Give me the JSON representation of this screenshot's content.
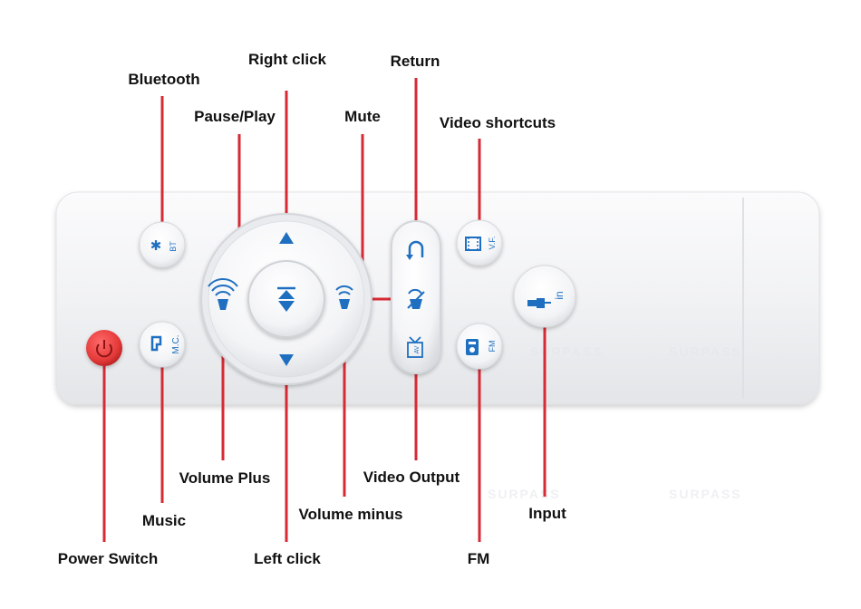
{
  "labels": {
    "bluetooth": "Bluetooth",
    "right_click": "Right click",
    "pause_play": "Pause/Play",
    "mute": "Mute",
    "return": "Return",
    "video_shortcuts": "Video shortcuts",
    "volume_plus": "Volume Plus",
    "video_output": "Video Output",
    "music": "Music",
    "volume_minus": "Volume minus",
    "input": "Input",
    "power_switch": "Power Switch",
    "left_click": "Left click",
    "fm": "FM"
  },
  "button_text": {
    "bt": "BT",
    "mc": "M.C.",
    "vf": "V.F.",
    "in": "in",
    "fm": "FM",
    "av": "AV"
  },
  "watermark": "SURPASS",
  "colors": {
    "leader_line": "#d62a35",
    "icon_blue": "#1f6fc0",
    "power_red": "#e53a3a",
    "remote_body": "#f4f5f7"
  }
}
